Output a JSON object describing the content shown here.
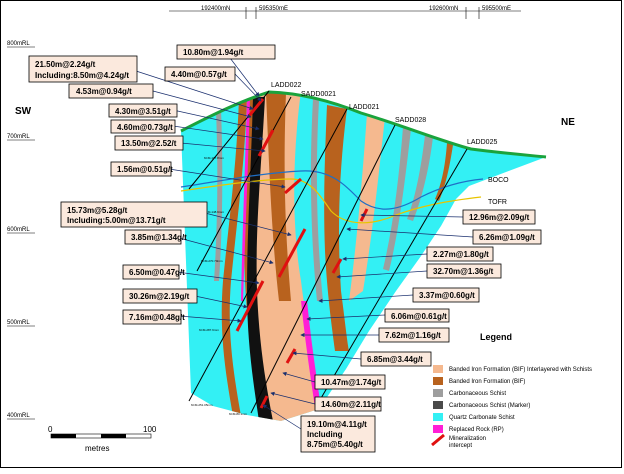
{
  "header": {
    "coords": [
      "192400mN",
      "595350mE",
      "192600mN",
      "595500mE"
    ]
  },
  "directions": {
    "left": "SW",
    "right": "NE"
  },
  "rl_labels": [
    "800mRL",
    "700mRL",
    "600mRL",
    "500mRL",
    "400mRL"
  ],
  "holes": [
    "LADD022",
    "SADD0021",
    "LADD021",
    "SADD028",
    "LADD025"
  ],
  "horizons": [
    "BOCO",
    "TOFR"
  ],
  "hole_tags": [
    "6CM-148.9mm",
    "6CM-137.8mm",
    "6CM-270.70mm",
    "6CM-287.9mm",
    "6CM-251.05mm",
    "6CM-80.1mm"
  ],
  "intercepts": [
    "10.80m@1.94g/t",
    "21.50m@2.24g/t",
    "Including:8.50m@4.24g/t",
    "4.40m@0.57g/t",
    "4.53m@0.94g/t",
    "4.30m@3.51g/t",
    "4.60m@0.73g/t",
    "13.50m@2.52/t",
    "1.56m@0.51g/t",
    "15.73m@5.28g/t",
    "Including:5.00m@13.71g/t",
    "3.85m@1.34g/t",
    "6.50m@0.47g/t",
    "30.26m@2.19g/t",
    "7.16m@0.48g/t",
    "12.96m@2.09g/t",
    "6.26m@1.09g/t",
    "2.27m@1.80g/t",
    "32.70m@1.36g/t",
    "3.37m@0.60g/t",
    "6.06m@0.61g/t",
    "7.62m@1.16g/t",
    "6.85m@3.44g/t",
    "10.47m@1.74g/t",
    "14.60m@2.11g/t",
    "19.10m@4.11g/t",
    "Including",
    "8.75m@5.40g/t"
  ],
  "legend": {
    "title": "Legend",
    "items": [
      {
        "label": "Banded Iron Formation (BIF) Interlayered with Schists",
        "color": "#f5b98f"
      },
      {
        "label": "Banded Iron Formation (BIF)",
        "color": "#b8621e"
      },
      {
        "label": "Carbonaceous Schist",
        "color": "#9e9e9e"
      },
      {
        "label": "Carbonaceous Schist (Marker)",
        "color": "#4a4a4a"
      },
      {
        "label": "Quartz Carbonate Schist",
        "color": "#33f0f4"
      },
      {
        "label": "Replaced Rock (RP)",
        "color": "#ff1fd6"
      },
      {
        "label": "Mineralization",
        "color": "#e01010"
      },
      {
        "label": "intercept",
        "color": "#e01010"
      }
    ]
  },
  "scale": {
    "start": "0",
    "end": "100",
    "unit": "metres"
  }
}
